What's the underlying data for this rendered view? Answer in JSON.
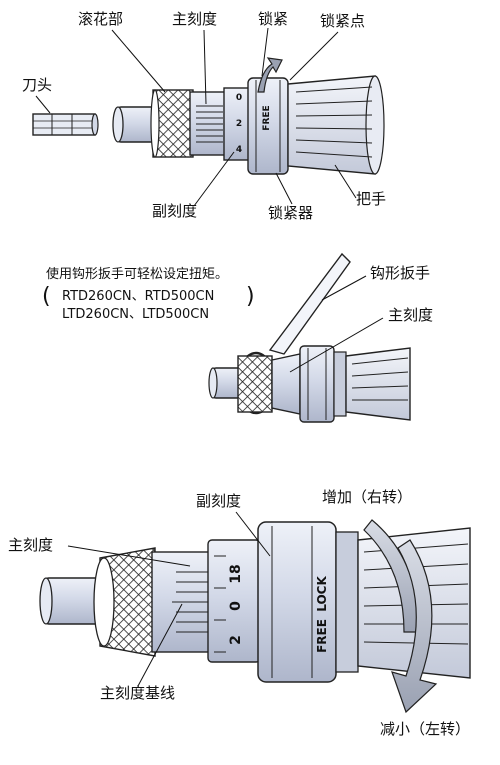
{
  "labels": {
    "knurl": "滚花部",
    "main_scale_top": "主刻度",
    "lock": "锁紧",
    "lock_point": "锁紧点",
    "bit_head": "刀头",
    "sub_scale_top": "副刻度",
    "locker": "锁紧器",
    "handle": "把手",
    "hook_wrench": "钩形扳手",
    "main_scale_mid": "主刻度",
    "sub_scale_bot": "副刻度",
    "increase": "增加（右转）",
    "main_scale_bot": "主刻度",
    "main_baseline": "主刻度基线",
    "decrease": "减小（左转）"
  },
  "note": {
    "line1": "使用钩形扳手可轻松设定扭矩。",
    "line2": "RTD260CN、RTD500CN",
    "line3": "LTD260CN、LTD500CN"
  },
  "engraving": {
    "free": "FREE",
    "lock": "LOCK",
    "sub_0": "0",
    "sub_2": "2",
    "sub_4": "4",
    "sub_18": "18"
  }
}
